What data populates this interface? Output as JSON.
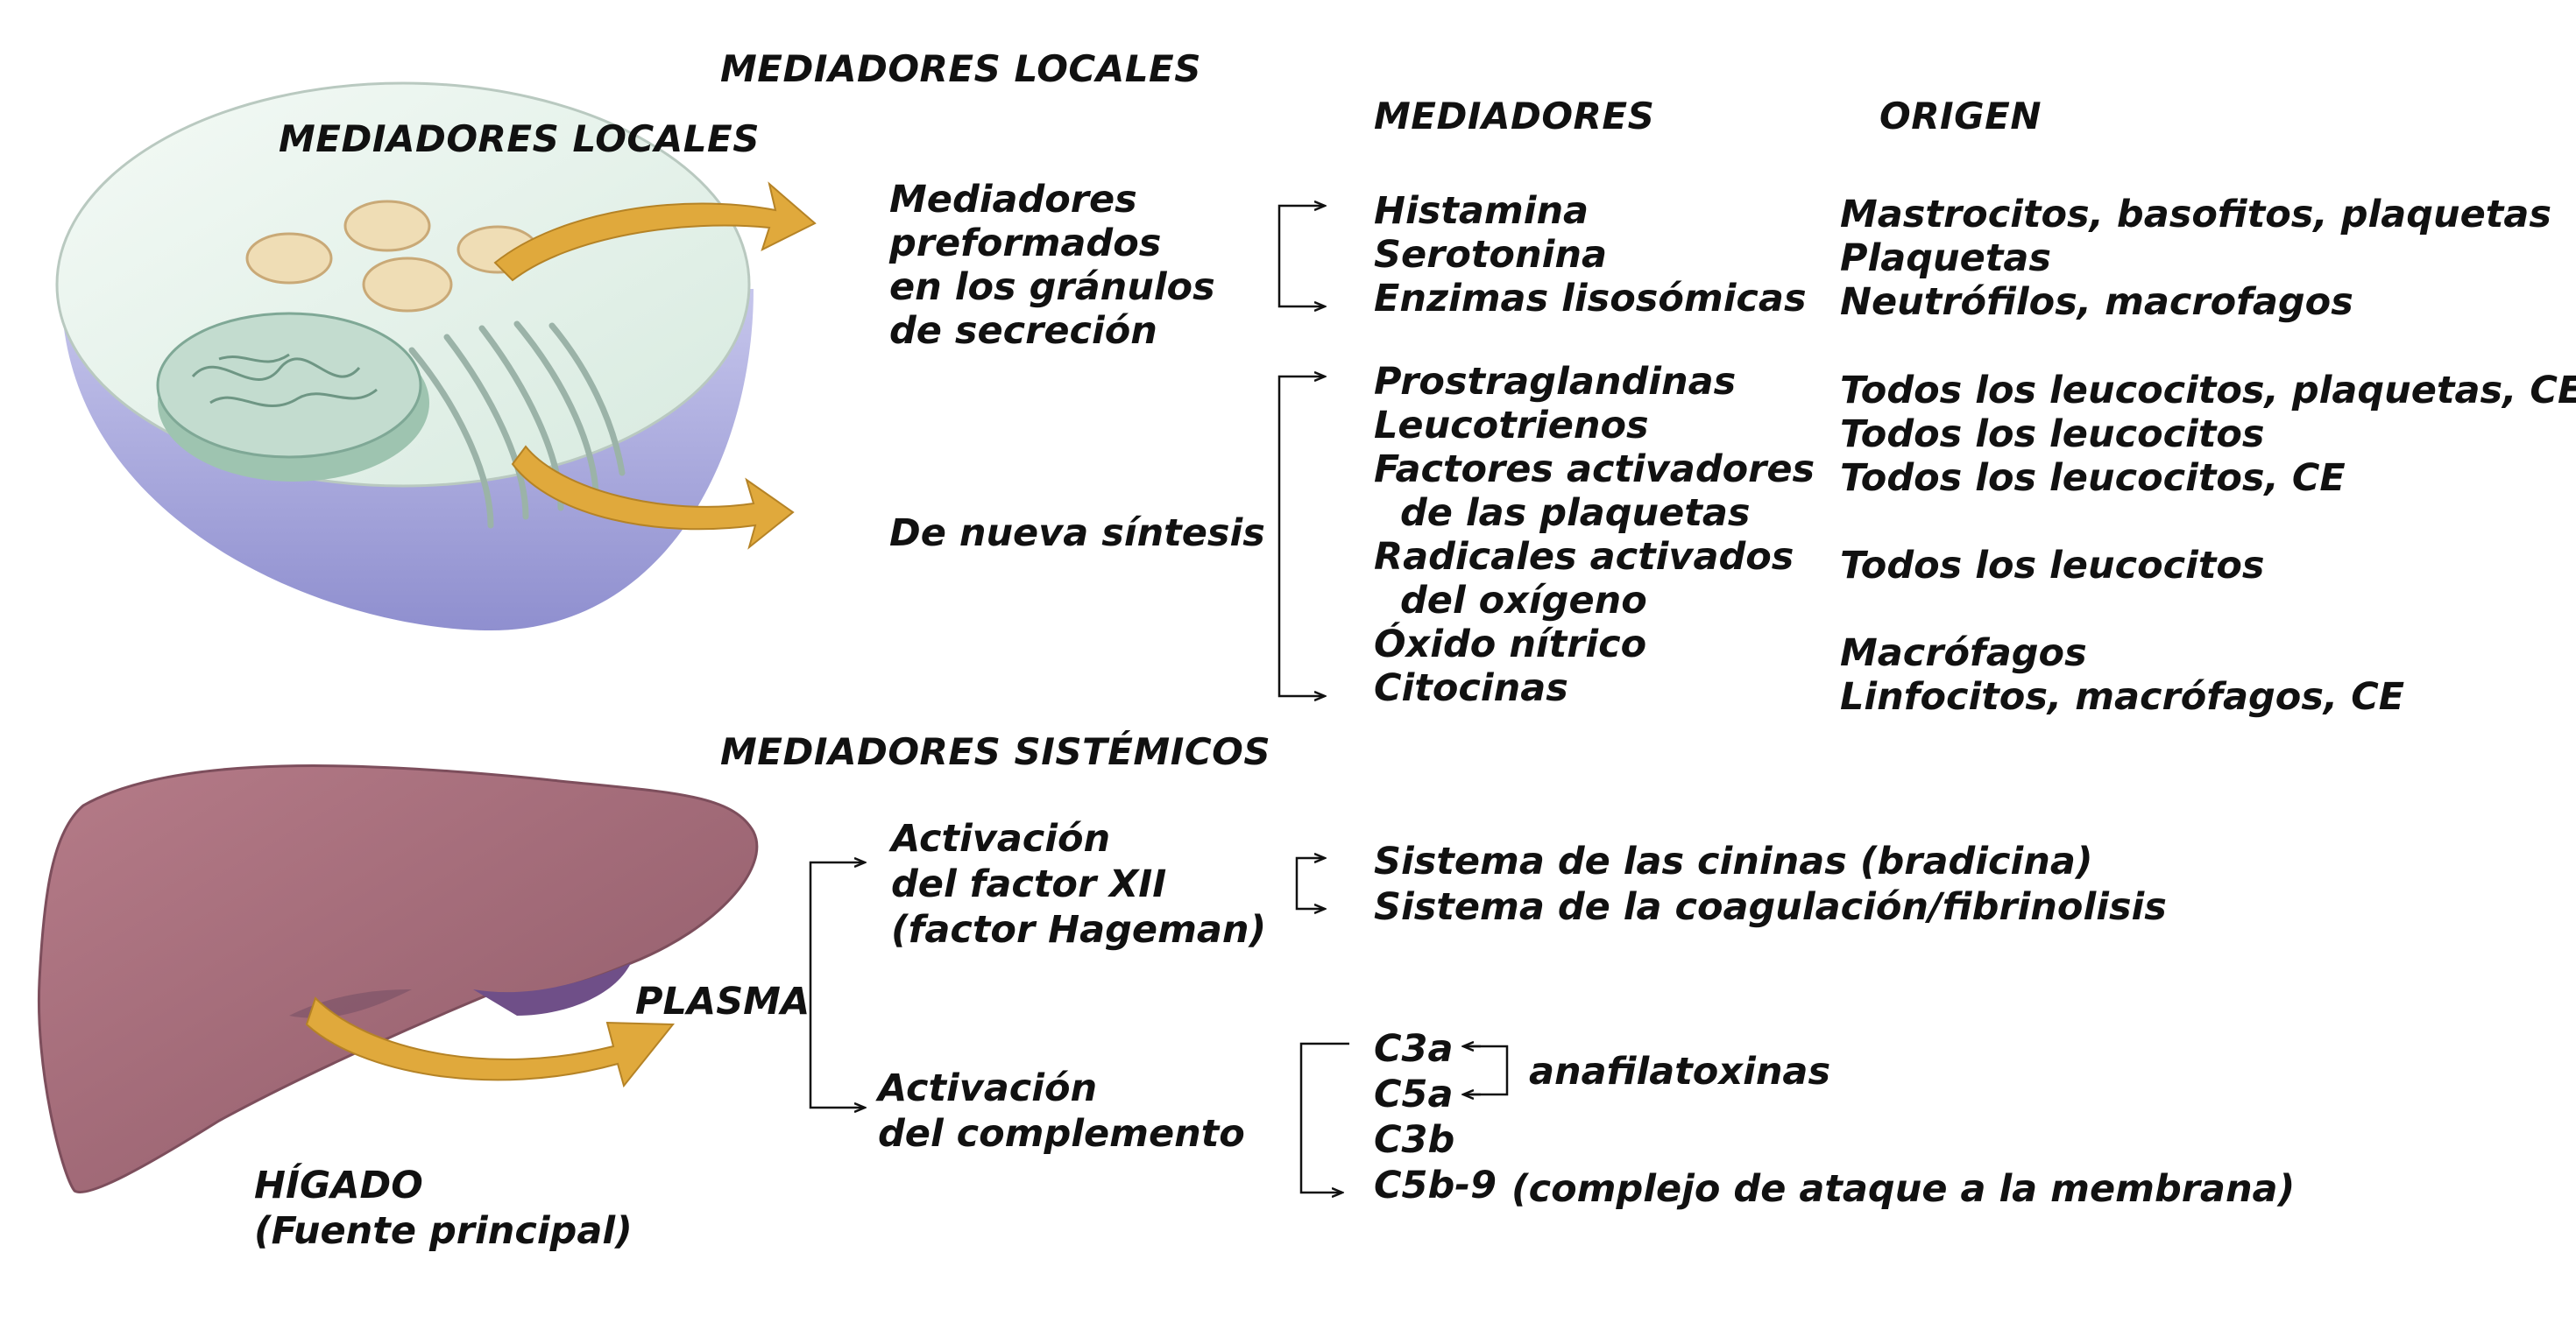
{
  "headings": {
    "top_title": "MEDIADORES LOCALES",
    "cell_label": "MEDIADORES LOCALES",
    "col_mediadores": "MEDIADORES",
    "col_origen": "ORIGEN",
    "systemic": "MEDIADORES SISTÉMICOS"
  },
  "local": {
    "preformed_lines": [
      "Mediadores",
      "preformados",
      "en los gránulos",
      "de secreción"
    ],
    "new_synthesis": "De nueva síntesis",
    "preformed_mediators": [
      "Histamina",
      "Serotonina",
      "Enzimas lisosómicas"
    ],
    "preformed_origins": [
      "Mastrocitos, basofitos, plaquetas",
      "Plaquetas",
      "Neutrófilos, macrofagos"
    ],
    "new_mediators": [
      "Prostraglandinas",
      "Leucotrienos",
      "Factores activadores",
      "de las plaquetas",
      "Radicales activados",
      "del oxígeno",
      "Óxido nítrico",
      "Citocinas"
    ],
    "new_origins": [
      "Todos los leucocitos, plaquetas, CE",
      "Todos los leucocitos",
      "Todos los leucocitos, CE",
      "Todos los leucocitos",
      "Macrófagos",
      "Linfocitos, macrófagos, CE"
    ]
  },
  "systemic": {
    "plasma": "PLASMA",
    "liver_lines": [
      "HÍGADO",
      "(Fuente principal)"
    ],
    "factor_xii_lines": [
      "Activación",
      "del factor XII",
      "(factor Hageman)"
    ],
    "complement_lines": [
      "Activación",
      "del complemento"
    ],
    "factor_xii_systems": [
      "Sistema de las cininas (bradicina)",
      "Sistema de la coagulación/fibrinolisis"
    ],
    "complement_items": [
      "C3a",
      "C5a",
      "C3b",
      "C5b-9"
    ],
    "anaphylatoxins": "anafilatoxinas",
    "mac": "(complejo de ataque a la membrana)"
  },
  "colors": {
    "text": "#111111",
    "cell_body": "#e6f2ec",
    "cell_base": "#a7a6d8",
    "nucleus": "#b3d4c2",
    "granule": "#f0e0bb",
    "arrow": "#e0a93c",
    "liver": "#a56a78",
    "liver_shadow": "#6f4f88"
  }
}
